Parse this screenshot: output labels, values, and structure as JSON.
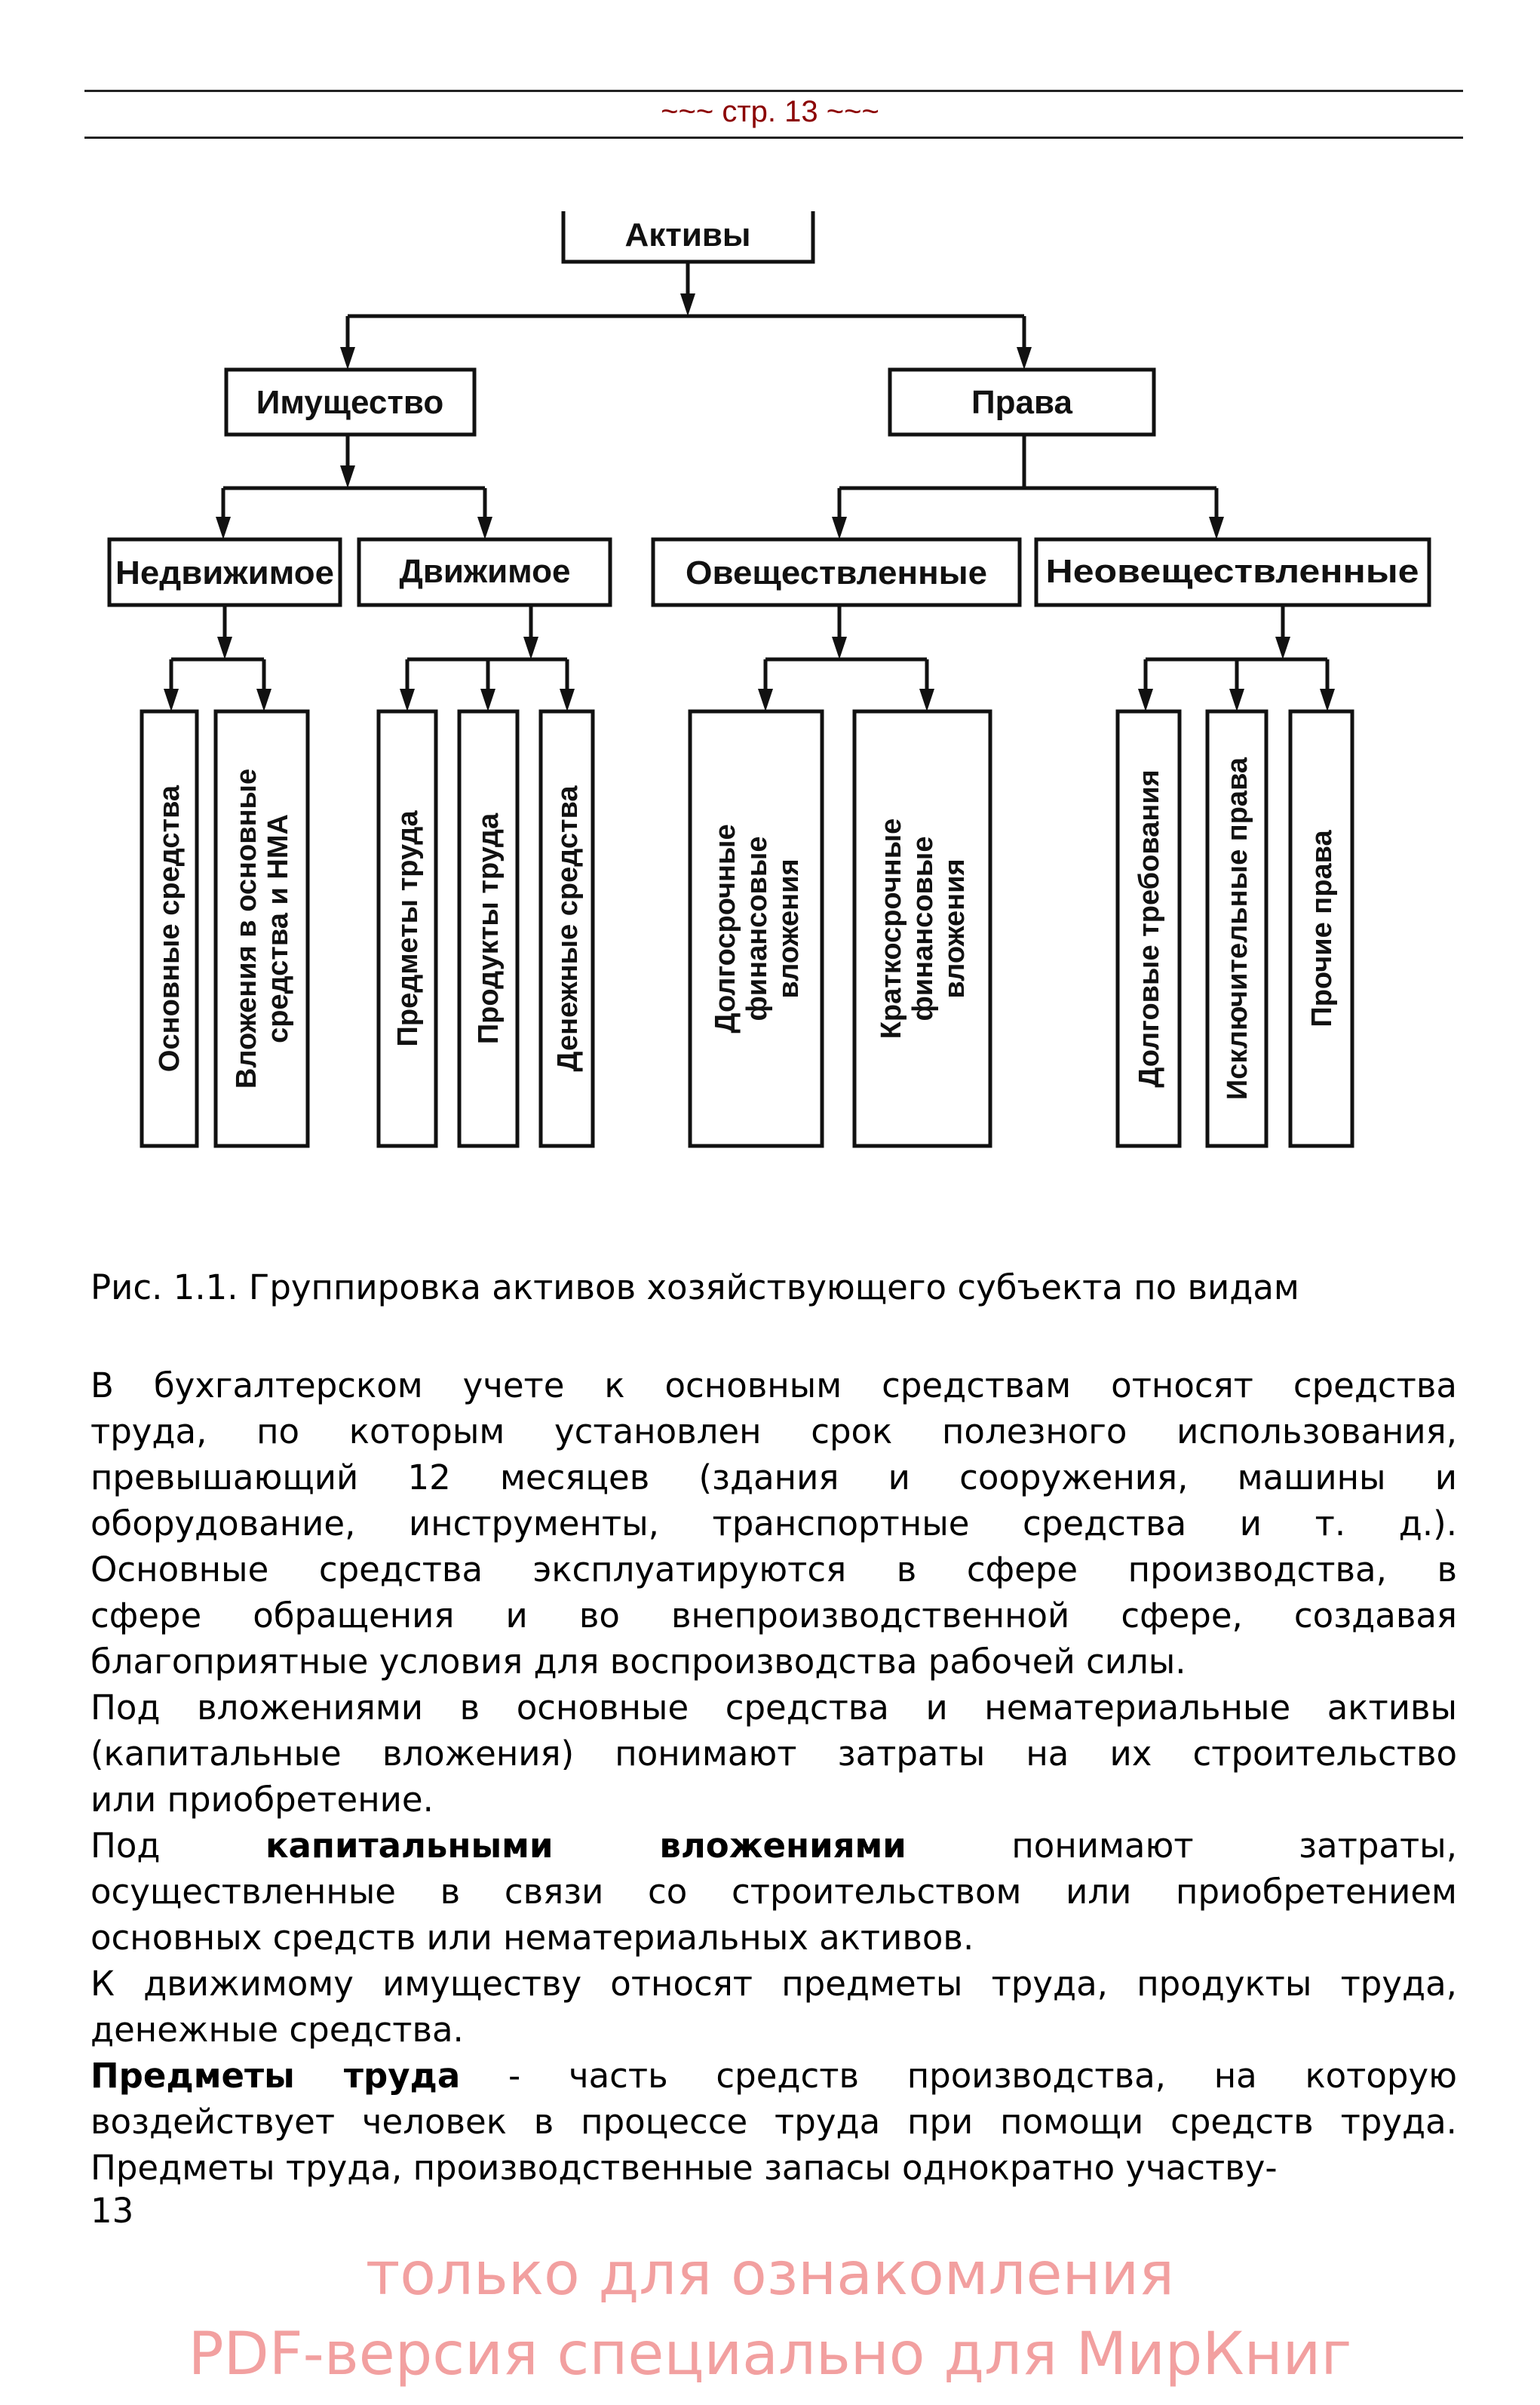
{
  "header": {
    "page_label": "~~~ стр. 13 ~~~"
  },
  "diagram": {
    "root": "Активы",
    "level1": [
      "Имущество",
      "Права"
    ],
    "level2": [
      "Недвижимое",
      "Движимое",
      "Овеществленные",
      "Неовеществленные"
    ],
    "leaves": [
      [
        "Основные средства"
      ],
      [
        "Вложения в основные",
        "средства и НМА"
      ],
      [
        "Предметы труда"
      ],
      [
        "Продукты труда"
      ],
      [
        "Денежные средства"
      ],
      [
        "Долгосрочные",
        "финансовые",
        "вложения"
      ],
      [
        "Краткосрочные",
        "финансовые",
        "вложения"
      ],
      [
        "Долговые требования"
      ],
      [
        "Исключительные права"
      ],
      [
        "Прочие права"
      ]
    ]
  },
  "caption": "Рис. 1.1. Группировка активов хозяйствующего субъекта по видам",
  "body": {
    "lines": [
      "В бухгалтерском учете к основным средствам относят средства",
      "труда, по которым установлен срок полезного использования,",
      "превышающий 12 месяцев (здания и сооружения, машины и",
      "оборудование, инструменты, транспортные средства и т. д.).",
      "Основные средства эксплуатируются в сфере производства, в",
      "сфере обращения и во внепроизводственной сфере, создавая",
      "благоприятные условия для воспроизводства рабочей силы.",
      "Под вложениями в основные средства и нематериальные активы",
      "(капитальные вложения) понимают затраты на их строительство",
      "или приобретение.",
      "",
      "осуществленные в связи со строительством или приобретением",
      "основных средств или нематериальных активов.",
      "К движимому имуществу относят предметы труда, продукты труда,",
      "денежные средства.",
      "",
      "воздействует человек в процессе труда при помощи средств труда.",
      "Предметы труда, производственные запасы однократно участву-"
    ],
    "line11": {
      "pre": "Под",
      "bold": "капитальными вложениями",
      "post": "понимают затраты,"
    },
    "line16": {
      "bold": "Предметы труда",
      "post": "- часть средств производства, на которую"
    }
  },
  "page_number": "13",
  "watermark": {
    "line1": "только для ознакомления",
    "line2": "PDF-версия специально для МирКниг"
  }
}
